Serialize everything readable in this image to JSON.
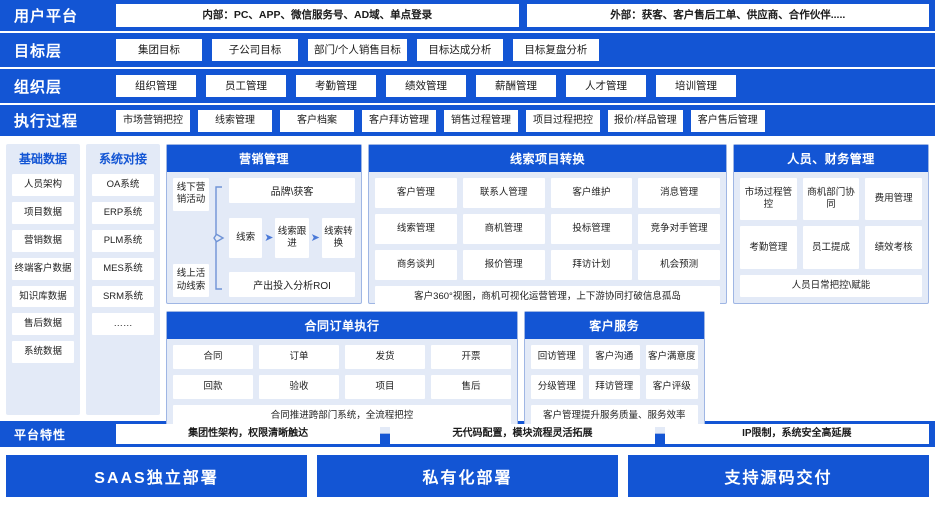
{
  "colors": {
    "brand_blue": "#1355D4",
    "light_panel": "#E3EAF7",
    "panel_border": "#9FB6E4",
    "white": "#FFFFFF"
  },
  "bands": {
    "user_platform": {
      "label": "用户平台",
      "items": [
        "内部：PC、APP、微信服务号、AD域、单点登录",
        "外部：获客、客户售后工单、供应商、合作伙伴....."
      ]
    },
    "goal_layer": {
      "label": "目标层",
      "items": [
        "集团目标",
        "子公司目标",
        "部门/个人销售目标",
        "目标达成分析",
        "目标复盘分析"
      ]
    },
    "org_layer": {
      "label": "组织层",
      "items": [
        "组织管理",
        "员工管理",
        "考勤管理",
        "绩效管理",
        "薪酬管理",
        "人才管理",
        "培训管理"
      ]
    },
    "exec_process": {
      "label": "执行过程",
      "items": [
        "市场营销把控",
        "线索管理",
        "客户档案",
        "客户拜访管理",
        "销售过程管理",
        "项目过程把控",
        "报价/样品管理",
        "客户售后管理"
      ]
    },
    "platform_features": {
      "label": "平台特性",
      "items": [
        "集团性架构，权限清晰触达",
        "无代码配置，模块流程灵活拓展",
        "IP限制，系统安全高延展"
      ]
    }
  },
  "columns": {
    "base_data": {
      "title": "基础数据",
      "items": [
        "人员架构",
        "项目数据",
        "营销数据",
        "终端客户数据",
        "知识库数据",
        "售后数据",
        "系统数据"
      ]
    },
    "system_integration": {
      "title": "系统对接",
      "items": [
        "OA系统",
        "ERP系统",
        "PLM系统",
        "MES系统",
        "SRM系统",
        "……"
      ]
    }
  },
  "panels": {
    "marketing": {
      "title": "营销管理",
      "sources": [
        "线下营销活动",
        "线上活动线索"
      ],
      "top_bar": "品牌\\获客",
      "flow": [
        "线索",
        "线索跟进",
        "线索转换"
      ],
      "arrow_glyph": "➤",
      "bottom_bar": "产出投入分析ROI"
    },
    "lead_conversion": {
      "title": "线索项目转换",
      "cells": [
        "客户管理",
        "联系人管理",
        "客户维护",
        "消息管理",
        "线索管理",
        "商机管理",
        "投标管理",
        "竞争对手管理",
        "商务谈判",
        "报价管理",
        "拜访计划",
        "机会预测"
      ],
      "footnote": "客户360°视图，商机可视化运营管理，上下游协同打破信息孤岛"
    },
    "hr_finance": {
      "title": "人员、财务管理",
      "cells": [
        "市场过程管控",
        "商机部门协同",
        "费用管理",
        "考勤管理",
        "员工提成",
        "绩效考核"
      ],
      "footnote": "人员日常把控\\赋能"
    },
    "contract_order": {
      "title": "合同订单执行",
      "cells": [
        "合同",
        "订单",
        "发货",
        "开票",
        "回款",
        "验收",
        "项目",
        "售后"
      ],
      "footnote": "合同推进跨部门系统，全流程把控"
    },
    "customer_service": {
      "title": "客户服务",
      "cells": [
        "回访管理",
        "客户沟通",
        "客户满意度",
        "分级管理",
        "拜访管理",
        "客户评级"
      ],
      "footnote": "客户管理提升服务质量、服务效率"
    }
  },
  "deployment": {
    "options": [
      "SAAS独立部署",
      "私有化部署",
      "支持源码交付"
    ]
  }
}
